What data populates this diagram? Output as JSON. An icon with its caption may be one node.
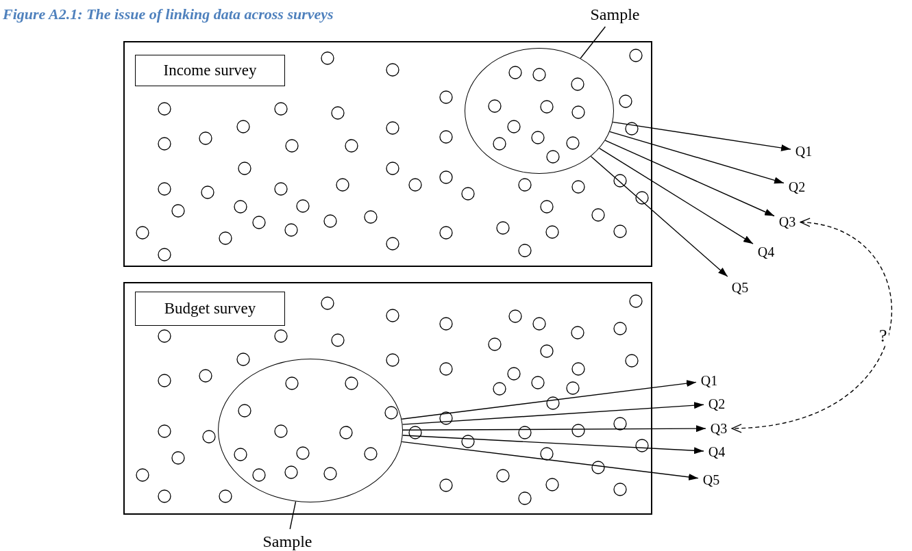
{
  "diagram": {
    "title": "Figure A2.1: The issue of linking data across surveys",
    "nodes": [
      {
        "text": [],
        "shape": "box"
      },
      {
        "text": [
          "Income survey"
        ],
        "in": 0
      },
      {
        "text": [],
        "shape": "circle",
        "in": 0
      },
      {
        "text": [
          "Sample"
        ]
      },
      {
        "text": [
          "Q1"
        ]
      },
      {
        "text": [
          "Q2"
        ]
      },
      {
        "text": [
          "Q3"
        ]
      },
      {
        "text": [
          "Q4"
        ]
      },
      {
        "text": [
          "Q5"
        ]
      },
      {
        "text": [],
        "shape": "box"
      },
      {
        "text": [
          "Budget survey"
        ],
        "in": 9
      },
      {
        "text": [],
        "shape": "circle",
        "in": 9
      },
      {
        "text": [
          "Sample"
        ]
      },
      {
        "text": [
          "Q1"
        ]
      },
      {
        "text": [
          "Q2"
        ]
      },
      {
        "text": [
          "Q3"
        ]
      },
      {
        "text": [
          "Q4"
        ]
      },
      {
        "text": [
          "Q5"
        ]
      }
    ],
    "edges": [
      {
        "from": 3,
        "to": 2,
        "arrow": "none"
      },
      {
        "from": 2,
        "to": 4,
        "arrow": "to"
      },
      {
        "from": 2,
        "to": 5,
        "arrow": "to"
      },
      {
        "from": 2,
        "to": 6,
        "arrow": "to"
      },
      {
        "from": 2,
        "to": 7,
        "arrow": "to"
      },
      {
        "from": 2,
        "to": 8,
        "arrow": "to"
      },
      {
        "from": 12,
        "to": 11,
        "arrow": "none"
      },
      {
        "from": 11,
        "to": 13,
        "arrow": "to"
      },
      {
        "from": 11,
        "to": 14,
        "arrow": "to"
      },
      {
        "from": 11,
        "to": 15,
        "arrow": "to"
      },
      {
        "from": 11,
        "to": 16,
        "arrow": "to"
      },
      {
        "from": 11,
        "to": 17,
        "arrow": "to"
      },
      {
        "from": 6,
        "to": 15,
        "arrow": "both",
        "style": "dashed",
        "label": "?"
      }
    ]
  }
}
